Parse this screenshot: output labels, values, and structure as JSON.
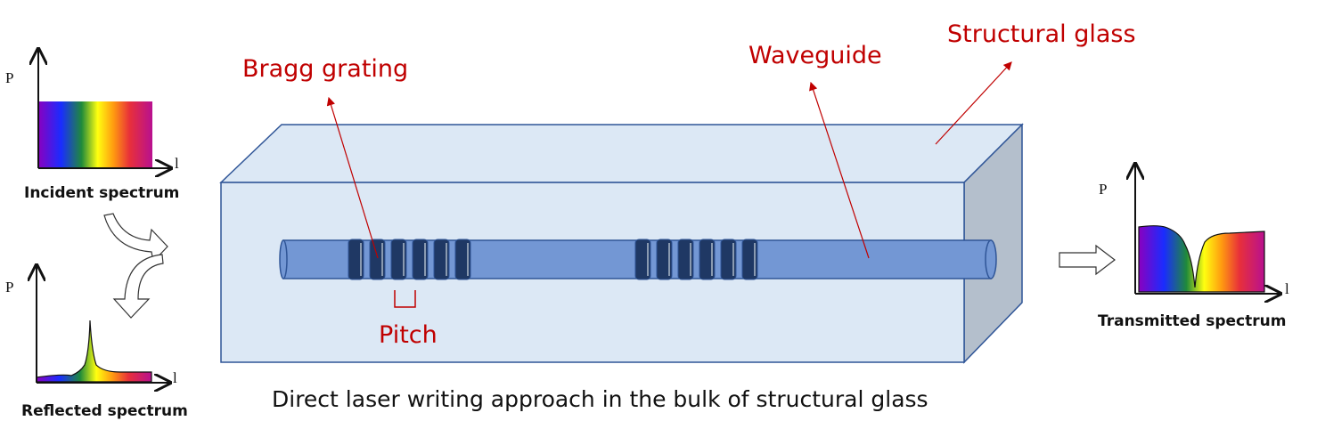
{
  "labels": {
    "bragg_grating": "Bragg grating",
    "waveguide": "Waveguide",
    "structural_glass": "Structural glass",
    "pitch": "Pitch",
    "caption": "Direct laser writing approach in the bulk of structural glass"
  },
  "spectra": {
    "incident": {
      "title": "Incident spectrum",
      "y_axis": "P",
      "x_axis": "l"
    },
    "reflected": {
      "title": "Reflected spectrum",
      "y_axis": "P",
      "x_axis": "l"
    },
    "transmitted": {
      "title": "Transmitted spectrum",
      "y_axis": "P",
      "x_axis": "l"
    }
  },
  "grating": {
    "groups": 2,
    "discs_per_group": 6
  },
  "colors": {
    "label": "#c00000",
    "glass": "#dce8f5",
    "waveguide": "#7397d4",
    "disc": "#1f3864"
  }
}
